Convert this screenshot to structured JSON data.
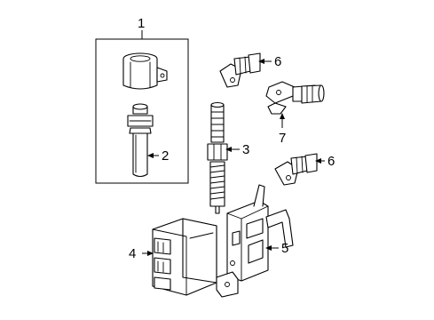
{
  "callouts": {
    "c1": "1",
    "c2": "2",
    "c3": "3",
    "c4": "4",
    "c5": "5",
    "c6a": "6",
    "c6b": "6",
    "c7": "7"
  },
  "colors": {
    "line": "#000000",
    "background": "#ffffff"
  }
}
